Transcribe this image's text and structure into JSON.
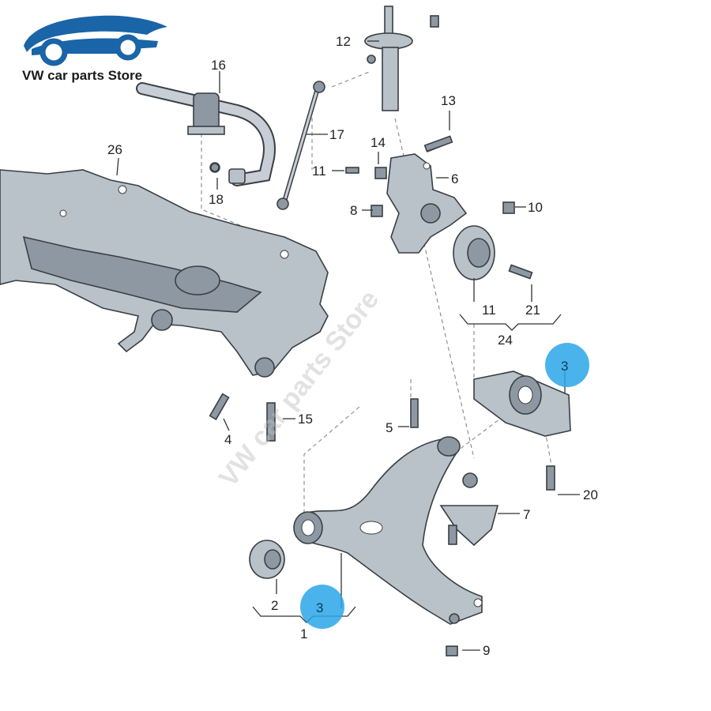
{
  "store": {
    "name": "VW car parts Store",
    "logo_icon": "car-wrench-logo-icon",
    "logo_color": "#1a64a8"
  },
  "watermark": "VW car parts Store",
  "badge_color": "#2aa6e8",
  "labels": {
    "l1": "1",
    "l2": "2",
    "l3a": "3",
    "l3b": "3",
    "l4": "4",
    "l5": "5",
    "l6": "6",
    "l7": "7",
    "l8": "8",
    "l9": "9",
    "l10": "10",
    "l11a": "11",
    "l11b": "11",
    "l12": "12",
    "l13": "13",
    "l14": "14",
    "l15": "15",
    "l16": "16",
    "l17": "17",
    "l18": "18",
    "l20": "20",
    "l21": "21",
    "l24": "24",
    "l26": "26"
  }
}
